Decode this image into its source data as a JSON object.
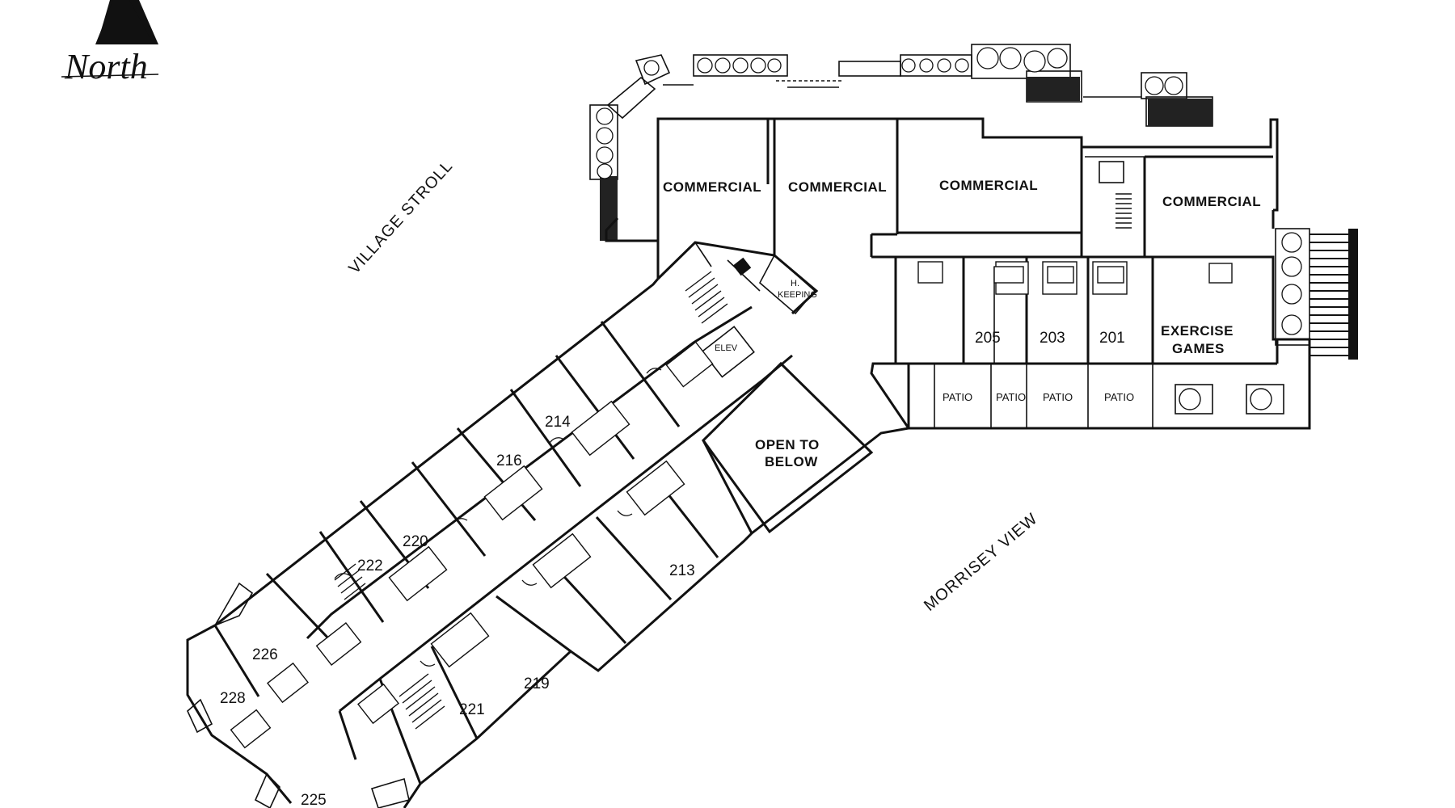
{
  "compass": {
    "label": "North",
    "icon": "north-arrow-icon"
  },
  "streets": {
    "northwest": "VILLAGE STROLL",
    "southeast": "MORRISEY VIEW"
  },
  "commercial": [
    "COMMERCIAL",
    "COMMERCIAL",
    "COMMERCIAL",
    "COMMERCIAL"
  ],
  "service": {
    "housekeeping_line1": "H.",
    "housekeeping_line2": "KEEPING",
    "elevator": "ELEV"
  },
  "atrium": {
    "line1": "OPEN TO",
    "line2": "BELOW"
  },
  "amenity": {
    "line1": "EXERCISE",
    "line2": "GAMES"
  },
  "east_rooms": [
    "205",
    "203",
    "201"
  ],
  "patios": [
    "PATIO",
    "PATIO",
    "PATIO",
    "PATIO"
  ],
  "wing_north_rooms": [
    "214",
    "216",
    "220",
    "222",
    "226",
    "228"
  ],
  "wing_south_rooms": [
    "213",
    "219",
    "221",
    "225"
  ]
}
